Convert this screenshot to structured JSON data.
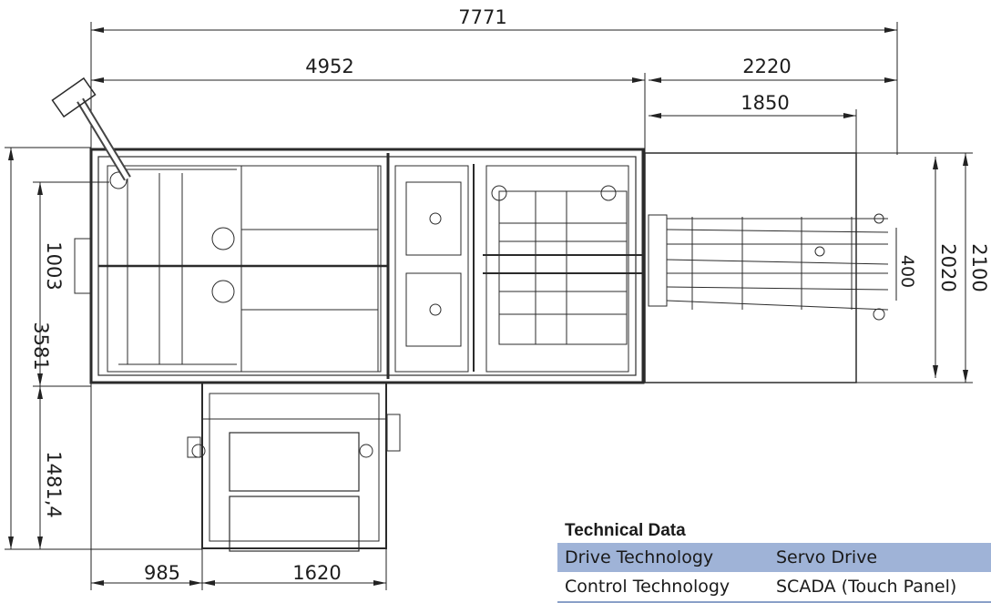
{
  "dimensions": {
    "overall_length": "7771",
    "main_length": "4952",
    "outfeed_length": "2220",
    "outfeed_inner_length": "1850",
    "total_height": "3581",
    "inner_height": "1003",
    "lower_height": "1481,4",
    "outfeed_width_outer": "2100",
    "outfeed_width_inner": "2020",
    "conveyor_width": "400",
    "bottom_offset": "985",
    "bottom_width": "1620"
  },
  "technical_data": {
    "title": "Technical Data",
    "rows": [
      {
        "key": "Drive Technology",
        "value": "Servo Drive"
      },
      {
        "key": "Control Technology",
        "value": "SCADA (Touch Panel)"
      }
    ]
  },
  "colors": {
    "table_header_row": "#9fb3d7",
    "line": "#222222"
  }
}
